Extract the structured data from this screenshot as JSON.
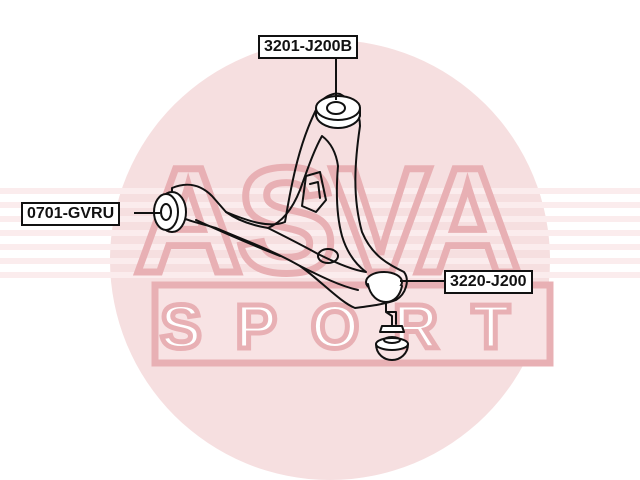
{
  "callouts": {
    "upper_bushing": "3201-J200B",
    "front_bushing": "0701-GVRU",
    "ball_joint": "3220-J200"
  },
  "watermark": {
    "brand": "ASVA",
    "sub": "SPORT",
    "color": "#e8b0b4"
  },
  "colors": {
    "line": "#111111",
    "callout_border": "#111111"
  }
}
